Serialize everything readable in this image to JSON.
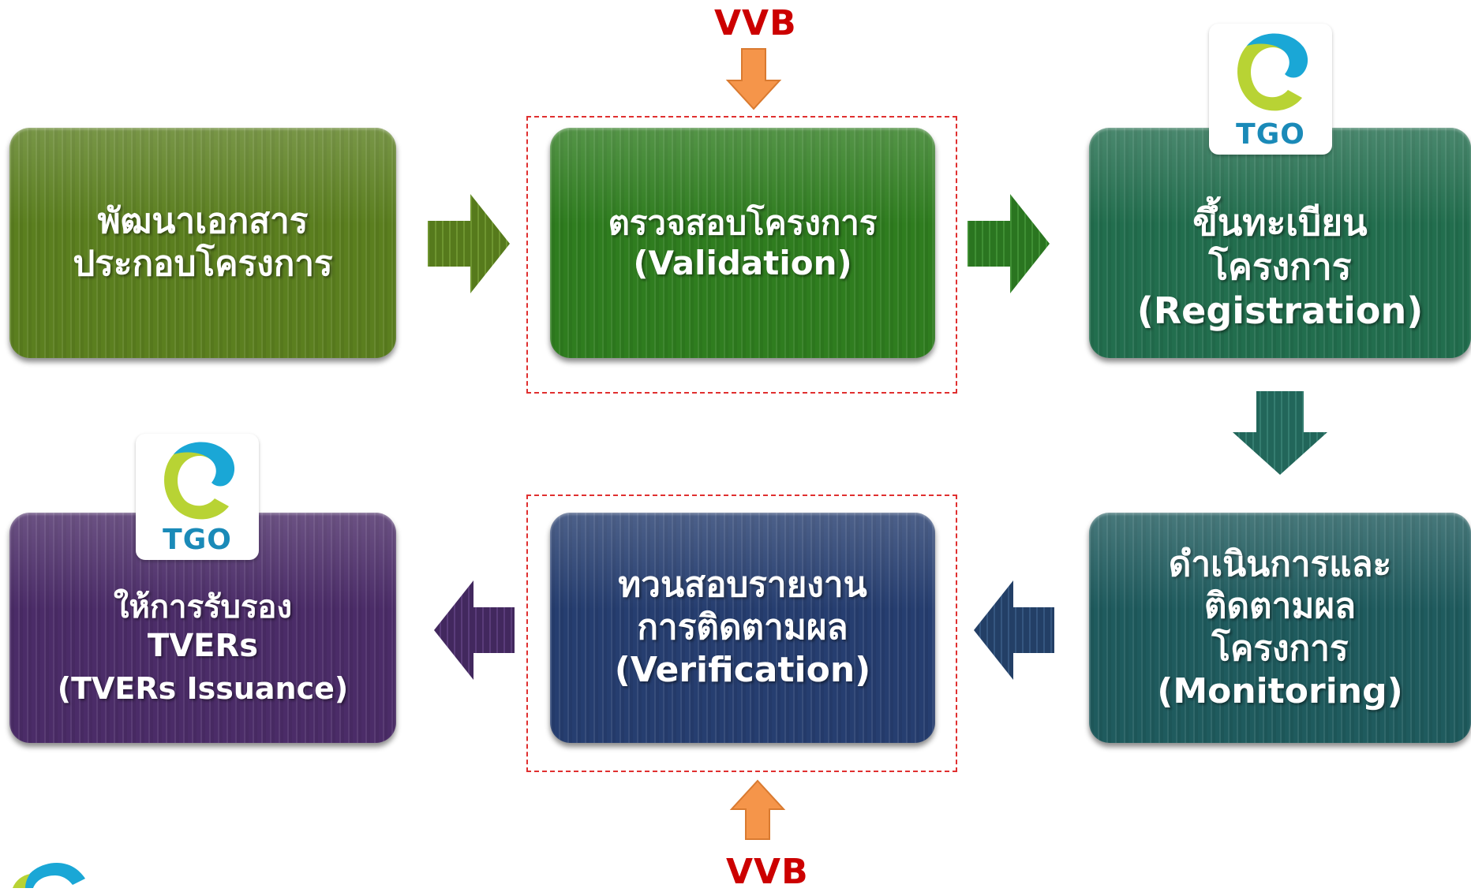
{
  "vvb_top": "VVB",
  "vvb_bottom": "VVB",
  "steps": {
    "develop": {
      "lines": [
        "พัฒนาเอกสาร",
        "ประกอบโครงการ"
      ],
      "color": "#5b7f1f"
    },
    "validation": {
      "lines": [
        "ตรวจสอบโครงการ",
        "(Validation)"
      ],
      "color": "#2f7d1f"
    },
    "registration": {
      "lines": [
        "ขึ้นทะเบียน",
        "โครงการ",
        "(Registration)"
      ],
      "color": "#226e4e"
    },
    "monitoring": {
      "lines": [
        "ดำเนินการและ",
        "ติดตามผล",
        "โครงการ",
        "(Monitoring)"
      ],
      "color": "#1f5b5e"
    },
    "verification": {
      "lines": [
        "ทวนสอบรายงาน",
        "การติดตามผล",
        "(Verification)"
      ],
      "color": "#263e70"
    },
    "issuance": {
      "lines": [
        "ให้การรับรอง",
        "TVERs",
        "(TVERs Issuance)"
      ],
      "color": "#4b2c68"
    }
  },
  "logos": {
    "registration_logo_text": "TGO",
    "issuance_logo_text": "TGO"
  },
  "colors": {
    "vvb_text": "#cc0000",
    "vvb_arrow": "#f5954a",
    "dashed_border": "#e03030",
    "logo_cyan": "#1aa7d6",
    "logo_lime": "#b8d334"
  }
}
